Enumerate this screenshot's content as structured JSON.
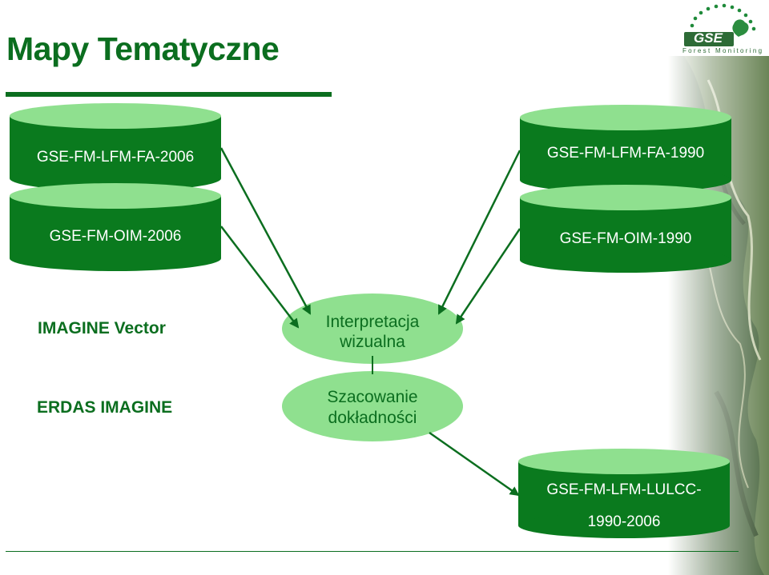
{
  "title": "Mapy Tematyczne",
  "logo": {
    "mark": "GSE",
    "subtitle": "Forest Monitoring"
  },
  "cylinders": {
    "lfm_fa_2006": "GSE-FM-LFM-FA-2006",
    "oim_2006": "GSE-FM-OIM-2006",
    "lfm_fa_1990": "GSE-FM-LFM-FA-1990",
    "oim_1990": "GSE-FM-OIM-1990",
    "lulcc_line1": "GSE-FM-LFM-LULCC-",
    "lulcc_line2": "1990-2006"
  },
  "processes": {
    "interpretation_line1": "Interpretacja",
    "interpretation_line2": "wizualna",
    "accuracy_line1": "Szacowanie",
    "accuracy_line2": "dokładności"
  },
  "tools": {
    "vector": "IMAGINE Vector",
    "erdas": "ERDAS IMAGINE"
  },
  "colors": {
    "dark_green": "#0b6e1f",
    "light_green": "#8fe08f",
    "cylinder_body": "#0a7a1e"
  }
}
